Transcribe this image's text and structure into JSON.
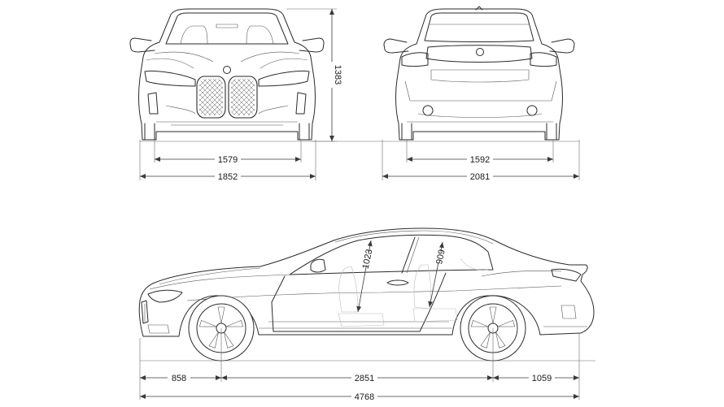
{
  "dimensions": {
    "front_track": "1579",
    "front_width": "1852",
    "rear_track": "1592",
    "width_with_mirrors": "2081",
    "height": "1383",
    "front_headroom": "1023",
    "rear_headroom": "909",
    "front_overhang": "858",
    "wheelbase": "2851",
    "rear_overhang": "1059",
    "length": "4768"
  },
  "colors": {
    "line": "#2a2a2a",
    "background": "#ffffff"
  }
}
